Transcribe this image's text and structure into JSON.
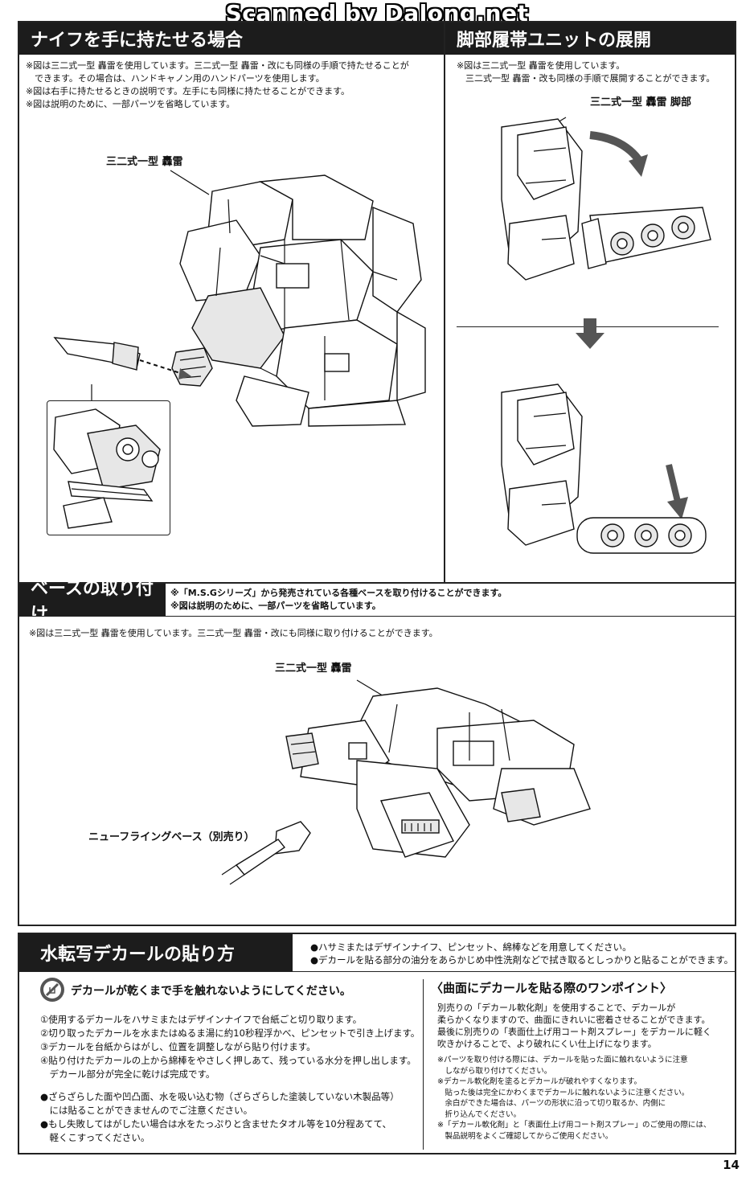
{
  "watermark": "Scanned by Dalong.net",
  "knife": {
    "title": "ナイフを手に持たせる場合",
    "notes": [
      "※図は三二式一型 轟雷を使用しています。三二式一型 轟雷・改にも同様の手順で持たせることが",
      "　できます。その場合は、ハンドキャノン用のハンドパーツを使用します。",
      "※図は右手に持たせるときの説明です。左手にも同様に持たせることができます。",
      "※図は説明のために、一部パーツを省略しています。"
    ],
    "label": "三二式一型 轟雷"
  },
  "track": {
    "title": "脚部履帯ユニットの展開",
    "notes": [
      "※図は三二式一型 轟雷を使用しています。",
      "　三二式一型 轟雷・改も同様の手順で展開することができます。"
    ],
    "label": "三二式一型 轟雷 脚部"
  },
  "base": {
    "title": "ベースの取り付け",
    "header_notes": [
      "※「M.S.Gシリーズ」から発売されている各種ベースを取り付けることができます。",
      "※図は説明のために、一部パーツを省略しています。"
    ],
    "note": "※図は三二式一型 轟雷を使用しています。三二式一型 轟雷・改にも同様に取り付けることができます。",
    "label": "三二式一型 轟雷",
    "base_label": "ニューフライングベース（別売り）"
  },
  "decal": {
    "title": "水転写デカールの貼り方",
    "header_bullets": [
      "●ハサミまたはデザインナイフ、ピンセット、綿棒などを用意してください。",
      "●デカールを貼る部分の油分をあらかじめ中性洗剤などで拭き取るとしっかりと貼ることができます。"
    ],
    "warning": "デカールが乾くまで手を触れないようにしてください。",
    "steps": [
      "①使用するデカールをハサミまたはデザインナイフで台紙ごと切り取ります。",
      "②切り取ったデカールを水またはぬるま湯に約10秒程浮かべ、ピンセットで引き上げます。",
      "③デカールを台紙からはがし、位置を調整しながら貼り付けます。",
      "④貼り付けたデカールの上から綿棒をやさしく押しあて、残っている水分を押し出します。",
      "　デカール部分が完全に乾けば完成です。"
    ],
    "cautions": [
      "●ざらざらした面や凹凸面、水を吸い込む物（ざらざらした塗装していない木製品等）",
      "　には貼ることができませんのでご注意ください。",
      "●もし失敗してはがしたい場合は水をたっぷりと含ませたタオル等を10分程あてて、",
      "　軽くこすってください。"
    ],
    "tip_title": "〈曲面にデカールを貼る際のワンポイント〉",
    "tip_body": [
      "別売りの「デカール軟化剤」を使用することで、デカールが",
      "柔らかくなりますので、曲面にきれいに密着させることができます。",
      "最後に別売りの「表面仕上げ用コート剤スプレー」をデカールに軽く",
      "吹きかけることで、より破れにくい仕上げになります。"
    ],
    "tip_notes": [
      "※パーツを取り付ける際には、デカールを貼った面に触れないように注意",
      "　しながら取り付けてください。",
      "※デカール軟化剤を塗るとデカールが破れやすくなります。",
      "　貼った後は完全にかわくまでデカールに触れないように注意ください。",
      "　余白ができた場合は、パーツの形状に沿って切り取るか、内側に",
      "　折り込んでください。",
      "※「デカール軟化剤」と「表面仕上げ用コート剤スプレー」のご使用の際には、",
      "　製品説明をよくご確認してからご使用ください。"
    ]
  },
  "page_number": "14"
}
